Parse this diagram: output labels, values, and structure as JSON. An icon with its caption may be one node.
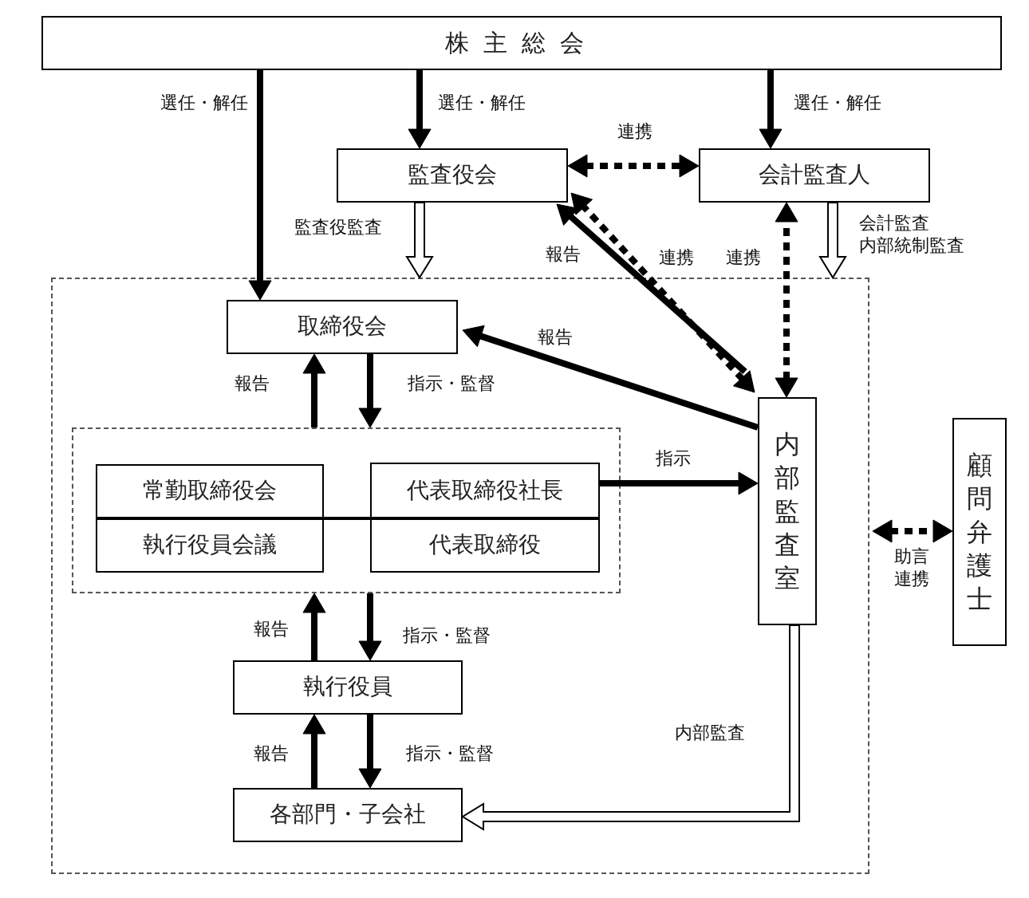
{
  "diagram": {
    "nodes": [
      {
        "text": [
          "株主総会"
        ]
      },
      {
        "text": [
          "監査役会"
        ]
      },
      {
        "text": [
          "会計監査人"
        ]
      },
      {
        "text": [],
        "shape": "box"
      },
      {
        "text": [
          "取締役会"
        ],
        "in": 3
      },
      {
        "text": [],
        "shape": "box",
        "in": 3
      },
      {
        "text": [
          "常勤取締役会"
        ],
        "in": 5
      },
      {
        "text": [
          "執行役員会議"
        ],
        "in": 5
      },
      {
        "text": [
          "代表取締役社長"
        ],
        "in": 5
      },
      {
        "text": [
          "代表取締役"
        ],
        "in": 5
      },
      {
        "text": [
          "内部監査室"
        ],
        "in": 3
      },
      {
        "text": [
          "顧問弁護士"
        ]
      },
      {
        "text": [
          "執行役員"
        ],
        "in": 3
      },
      {
        "text": [
          "各部門・子会社"
        ],
        "in": 3
      }
    ],
    "edges": [
      {
        "from": 0,
        "to": 4,
        "arrow": "to",
        "label": "選任・解任"
      },
      {
        "from": 0,
        "to": 1,
        "arrow": "to",
        "label": "選任・解任"
      },
      {
        "from": 0,
        "to": 2,
        "arrow": "to",
        "label": "選任・解任"
      },
      {
        "from": 1,
        "to": 2,
        "arrow": "both",
        "label": "連携",
        "style": "dashed"
      },
      {
        "from": 1,
        "to": 3,
        "arrow": "to",
        "label": "監査役監査",
        "color": "#ffffff"
      },
      {
        "from": 2,
        "to": 3,
        "arrow": "to",
        "label": "会計監査内部統制監査",
        "color": "#ffffff"
      },
      {
        "from": 10,
        "to": 1,
        "arrow": "to",
        "label": "報告"
      },
      {
        "from": 10,
        "to": 1,
        "arrow": "both",
        "label": "連携",
        "style": "dashed"
      },
      {
        "from": 10,
        "to": 2,
        "arrow": "both",
        "label": "連携",
        "style": "dashed"
      },
      {
        "from": 10,
        "to": 4,
        "arrow": "to",
        "label": "報告"
      },
      {
        "from": 5,
        "to": 4,
        "arrow": "to",
        "label": "報告"
      },
      {
        "from": 4,
        "to": 5,
        "arrow": "to",
        "label": "指示・監督"
      },
      {
        "from": 8,
        "to": 10,
        "arrow": "to",
        "label": "指示"
      },
      {
        "from": 7,
        "to": 9,
        "arrow": "none"
      },
      {
        "from": 12,
        "to": 5,
        "arrow": "to",
        "label": "報告"
      },
      {
        "from": 5,
        "to": 12,
        "arrow": "to",
        "label": "指示・監督"
      },
      {
        "from": 13,
        "to": 12,
        "arrow": "to",
        "label": "報告"
      },
      {
        "from": 12,
        "to": 13,
        "arrow": "to",
        "label": "指示・監督"
      },
      {
        "from": 10,
        "to": 13,
        "arrow": "to",
        "label": "内部監査",
        "color": "#ffffff"
      },
      {
        "from": 3,
        "to": 11,
        "arrow": "both",
        "label": "助言連携",
        "style": "dashed"
      }
    ]
  }
}
